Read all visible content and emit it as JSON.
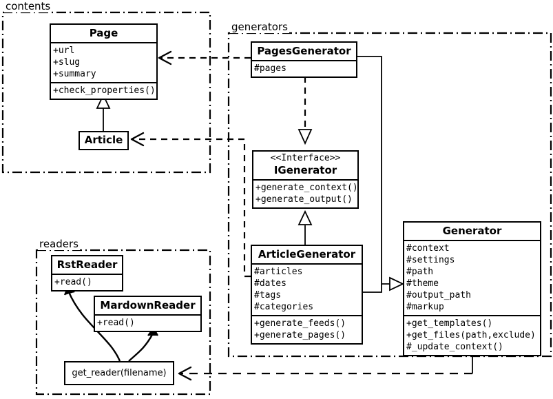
{
  "diagram": {
    "kind": "uml-class-diagram",
    "background": "#ffffff",
    "line_color": "#000000"
  },
  "packages": [
    {
      "id": "contents",
      "label": "contents"
    },
    {
      "id": "generators",
      "label": "generators"
    },
    {
      "id": "readers",
      "label": "readers"
    }
  ],
  "classes": {
    "page": {
      "name": "Page",
      "attributes": [
        "+url",
        "+slug",
        "+summary"
      ],
      "operations": [
        "+check_properties()"
      ]
    },
    "article": {
      "name": "Article",
      "attributes": [],
      "operations": []
    },
    "pages_generator": {
      "name": "PagesGenerator",
      "attributes": [
        "#pages"
      ],
      "operations": []
    },
    "igenerator": {
      "stereotype": "<<Interface>>",
      "name": "IGenerator",
      "attributes": [],
      "operations": [
        "+generate_context()",
        "+generate_output()"
      ]
    },
    "article_generator": {
      "name": "ArticleGenerator",
      "attributes": [
        "#articles",
        "#dates",
        "#tags",
        "#categories"
      ],
      "operations": [
        "+generate_feeds()",
        "+generate_pages()"
      ]
    },
    "generator": {
      "name": "Generator",
      "attributes": [
        "#context",
        "#settings",
        "#path",
        "#theme",
        "#output_path",
        "#markup"
      ],
      "operations": [
        "+get_templates()",
        "+get_files(path,exclude)",
        "#_update_context()"
      ]
    },
    "rst_reader": {
      "name": "RstReader",
      "attributes": [],
      "operations": [
        "+read()"
      ]
    },
    "mardown_reader": {
      "name": "MardownReader",
      "attributes": [],
      "operations": [
        "+read()"
      ]
    },
    "get_reader": {
      "name": "get_reader(filename)"
    }
  },
  "relationships": [
    {
      "id": "article-generalizes-page",
      "type": "generalization",
      "from": "Article",
      "to": "Page",
      "style": "solid",
      "arrowhead": "hollow-triangle"
    },
    {
      "id": "pagesgenerator-realizes-igenerator",
      "type": "realization",
      "from": "PagesGenerator",
      "to": "IGenerator",
      "style": "dashed",
      "arrowhead": "hollow-triangle"
    },
    {
      "id": "articlegenerator-realizes-igenerator",
      "type": "realization",
      "from": "ArticleGenerator",
      "to": "IGenerator",
      "style": "solid",
      "arrowhead": "hollow-triangle"
    },
    {
      "id": "pagesgenerator-generalizes-generator",
      "type": "generalization",
      "from": "PagesGenerator",
      "to": "Generator",
      "style": "solid",
      "arrowhead": "hollow-triangle"
    },
    {
      "id": "articlegenerator-generalizes-generator",
      "type": "generalization",
      "from": "ArticleGenerator",
      "to": "Generator",
      "style": "solid",
      "arrowhead": "hollow-triangle"
    },
    {
      "id": "pagesgenerator-depends-page",
      "type": "dependency",
      "from": "PagesGenerator",
      "to": "Page",
      "style": "dashed",
      "arrowhead": "open"
    },
    {
      "id": "articlegenerator-depends-article",
      "type": "dependency",
      "from": "ArticleGenerator",
      "to": "Article",
      "style": "dashed",
      "arrowhead": "open"
    },
    {
      "id": "generator-depends-get_reader",
      "type": "dependency",
      "from": "Generator",
      "to": "get_reader(filename)",
      "style": "dashed",
      "arrowhead": "open"
    },
    {
      "id": "get_reader-creates-rstreader",
      "type": "association",
      "from": "get_reader(filename)",
      "to": "RstReader",
      "style": "curved-solid",
      "arrowhead": "open"
    },
    {
      "id": "get_reader-creates-mardownreader",
      "type": "association",
      "from": "get_reader(filename)",
      "to": "MardownReader",
      "style": "curved-solid",
      "arrowhead": "open"
    }
  ]
}
